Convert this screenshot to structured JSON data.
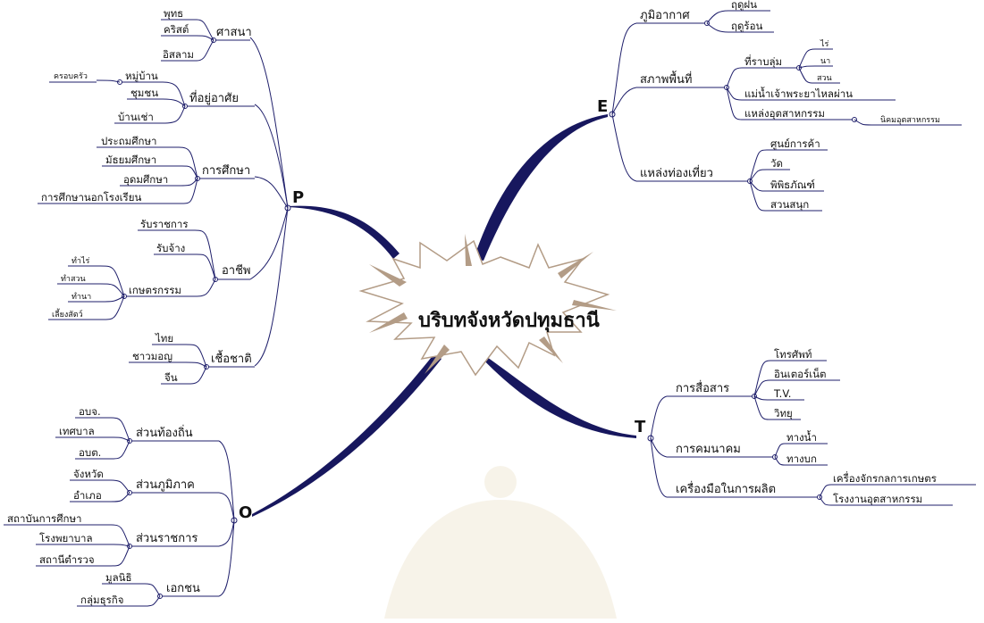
{
  "title": "บริบทจังหวัดปทุมธานี",
  "colors": {
    "line": "#1f1f6b",
    "thick_branch": "#17175e",
    "burst_fill": "#ffffff",
    "burst_stroke": "#b39c86"
  },
  "branches": {
    "P": {
      "letter": "P",
      "groups": {
        "religion": {
          "label": "ศาสนา",
          "items": [
            "พุทธ",
            "คริสต์",
            "อิสลาม"
          ]
        },
        "housing": {
          "label": "ที่อยู่อาศัย",
          "items": [
            "หมู่บ้าน",
            "ชุมชน",
            "บ้านเช่า"
          ],
          "subitems": [
            "ครอบครัว"
          ]
        },
        "education": {
          "label": "การศึกษา",
          "items": [
            "ประถมศึกษา",
            "มัธยมศึกษา",
            "อุดมศึกษา",
            "การศึกษานอกโรงเรียน"
          ]
        },
        "occupation": {
          "label": "อาชีพ",
          "items": [
            "รับราชการ",
            "รับจ้าง",
            "เกษตรกรรม"
          ],
          "subitems": [
            "ทำไร่",
            "ทำสวน",
            "ทำนา",
            "เลี้ยงสัตว์"
          ]
        },
        "ethnicity": {
          "label": "เชื้อชาติ",
          "items": [
            "ไทย",
            "ชาวมอญ",
            "จีน"
          ]
        }
      }
    },
    "E": {
      "letter": "E",
      "groups": {
        "climate": {
          "label": "ภูมิอากาศ",
          "items": [
            "ฤดูฝน",
            "ฤดูร้อน"
          ]
        },
        "terrain": {
          "label": "สภาพพื้นที่",
          "items": [
            "ที่ราบลุ่ม",
            "แม่น้ำเจ้าพระยาไหลผ่าน",
            "แหล่งอุตสาหกรรม"
          ],
          "subitems": [
            "ไร่",
            "นา",
            "สวน"
          ],
          "industrial_estate": "นิคมอุตสาหกรรม"
        },
        "tourism": {
          "label": "แหล่งท่องเที่ยว",
          "items": [
            "ศูนย์การค้า",
            "วัด",
            "พิพิธภัณฑ์",
            "สวนสนุก"
          ]
        }
      }
    },
    "T": {
      "letter": "T",
      "groups": {
        "communication": {
          "label": "การสื่อสาร",
          "items": [
            "โทรศัพท์",
            "อินเตอร์เน็ต",
            "T.V.",
            "วิทยุ"
          ]
        },
        "transport": {
          "label": "การคมนาคม",
          "items": [
            "ทางน้ำ",
            "ทางบก"
          ]
        },
        "production": {
          "label": "เครื่องมือในการผลิต",
          "items": [
            "เครื่องจักรกลการเกษตร",
            "โรงงานอุตสาหกรรม"
          ]
        }
      }
    },
    "O": {
      "letter": "O",
      "groups": {
        "local": {
          "label": "ส่วนท้องถิ่น",
          "items": [
            "อบจ.",
            "เทศบาล",
            "อบต."
          ]
        },
        "regional": {
          "label": "ส่วนภูมิภาค",
          "items": [
            "จังหวัด",
            "อำเภอ"
          ]
        },
        "government": {
          "label": "ส่วนราชการ",
          "items": [
            "สถาบันการศึกษา",
            "โรงพยาบาล",
            "สถานีตำรวจ"
          ]
        },
        "private": {
          "label": "เอกชน",
          "items": [
            "มูลนิธิ",
            "กลุ่มธุรกิจ"
          ]
        }
      }
    }
  }
}
